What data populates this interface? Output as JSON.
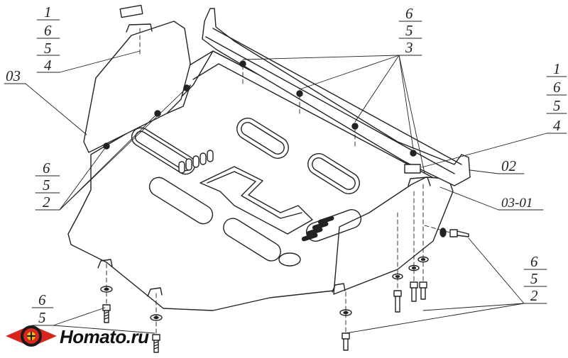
{
  "callouts": {
    "top_left": [
      "1",
      "6",
      "5",
      "4"
    ],
    "part_03": "03",
    "left_fasteners": [
      "6",
      "5",
      "2"
    ],
    "top_center": [
      "6",
      "5",
      "3"
    ],
    "right_top": [
      "1",
      "6",
      "5",
      "4"
    ],
    "part_02": "02",
    "part_03_01": "03-01",
    "right_bottom": [
      "6",
      "5",
      "2"
    ],
    "bottom_left": [
      "6",
      "5"
    ]
  },
  "logo": {
    "text": "Homato.ru",
    "colors": {
      "red": "#d9261c",
      "dark": "#1a1a1a",
      "gold": "#f2b705"
    }
  }
}
